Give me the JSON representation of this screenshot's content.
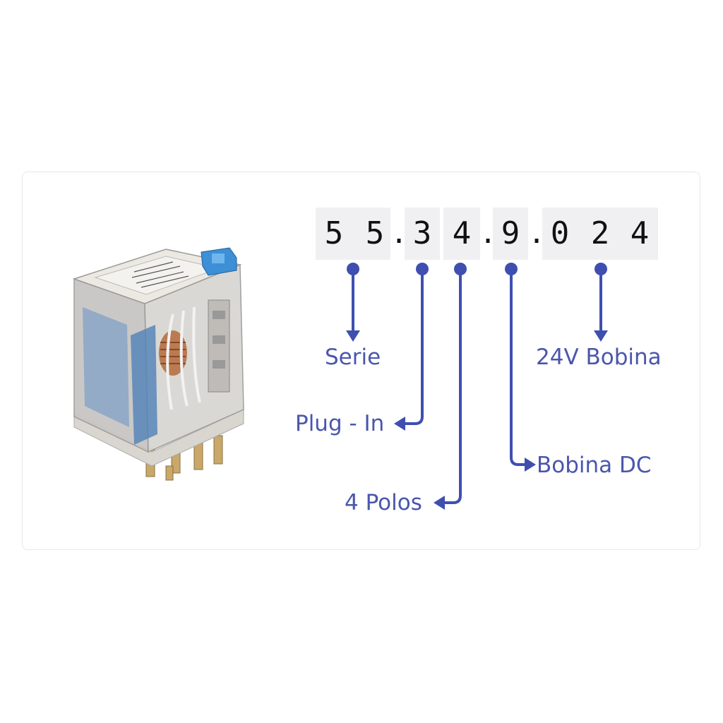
{
  "code": {
    "digits": [
      "5",
      "5",
      "3",
      "4",
      "9",
      "0",
      "2",
      "4"
    ],
    "separator": "."
  },
  "labels": {
    "serie": "Serie",
    "plug_in": "Plug - In",
    "polos": "4 Polos",
    "bobina_dc": "Bobina DC",
    "bobina_24v": "24V Bobina"
  },
  "colors": {
    "accent": "#3f4fb0",
    "label_text": "#4a56ad",
    "code_background": "#f0f0f2"
  },
  "image": {
    "subject": "finder relay"
  }
}
